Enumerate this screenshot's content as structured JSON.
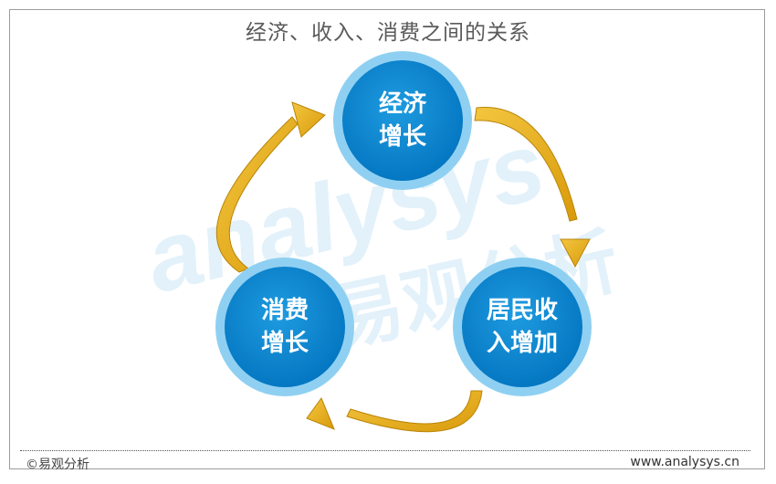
{
  "title": "经济、收入、消费之间的关系",
  "nodes": {
    "economy": {
      "line1": "经济",
      "line2": "增长"
    },
    "income": {
      "line1": "居民收",
      "line2": "入增加"
    },
    "consumption": {
      "line1": "消费",
      "line2": "增长"
    }
  },
  "watermark": {
    "latin": "analysys",
    "cn": "易观分析"
  },
  "footer": {
    "source": "©易观分析",
    "url": "www.analysys.cn"
  },
  "colors": {
    "node_fill": "#0b86d0",
    "node_ring": "#8fd0f2",
    "arrow": "#e6ad12",
    "title": "#5a5a5a"
  }
}
